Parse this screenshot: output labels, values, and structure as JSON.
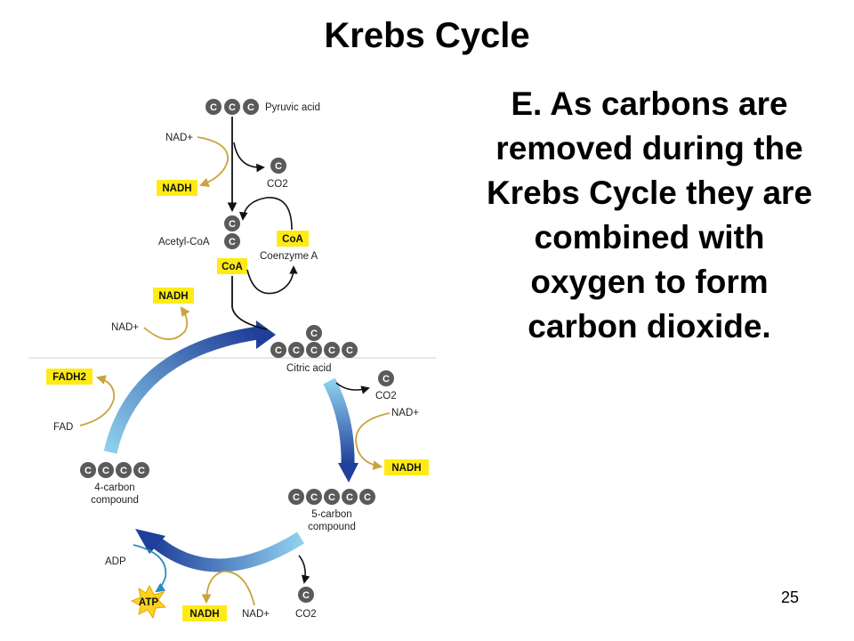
{
  "slide": {
    "title": "Krebs Cycle",
    "bullet_prefix": "E.",
    "bullet_lines": [
      "As carbons are",
      "removed during the",
      "Krebs Cycle they are",
      "combined with",
      "oxygen to form",
      "carbon dioxide."
    ],
    "page_number": "25"
  },
  "diagram": {
    "carbon_symbol": "C",
    "pyruvic_acid": "Pyruvic acid",
    "nad_top": "NAD+",
    "nadh_top": "NADH",
    "co2_top": "CO2",
    "acetyl_coa": "Acetyl-CoA",
    "coa_box": "CoA",
    "coa_box_bottom": "CoA",
    "coenzyme_a": "Coenzyme A",
    "nadh_left": "NADH",
    "nad_left": "NAD+",
    "citric_acid": "Citric acid",
    "co2_right": "CO2",
    "nad_right": "NAD+",
    "nadh_right": "NADH",
    "fadh2": "FADH2",
    "fad": "FAD",
    "four_carbon_1": "4-carbon",
    "four_carbon_2": "compound",
    "five_carbon_1": "5-carbon",
    "five_carbon_2": "compound",
    "adp": "ADP",
    "atp": "ATP",
    "nadh_bottom": "NADH",
    "nad_bottom": "NAD+",
    "co2_bottom": "CO2",
    "colors": {
      "nadh_box": "#ffeb14",
      "carbon": "#5a5a5a",
      "arrow_dark": "#1f3f9a",
      "arrow_light": "#8fd0ee",
      "gold": "#c9a43c",
      "atp": "#ffd21f"
    }
  }
}
